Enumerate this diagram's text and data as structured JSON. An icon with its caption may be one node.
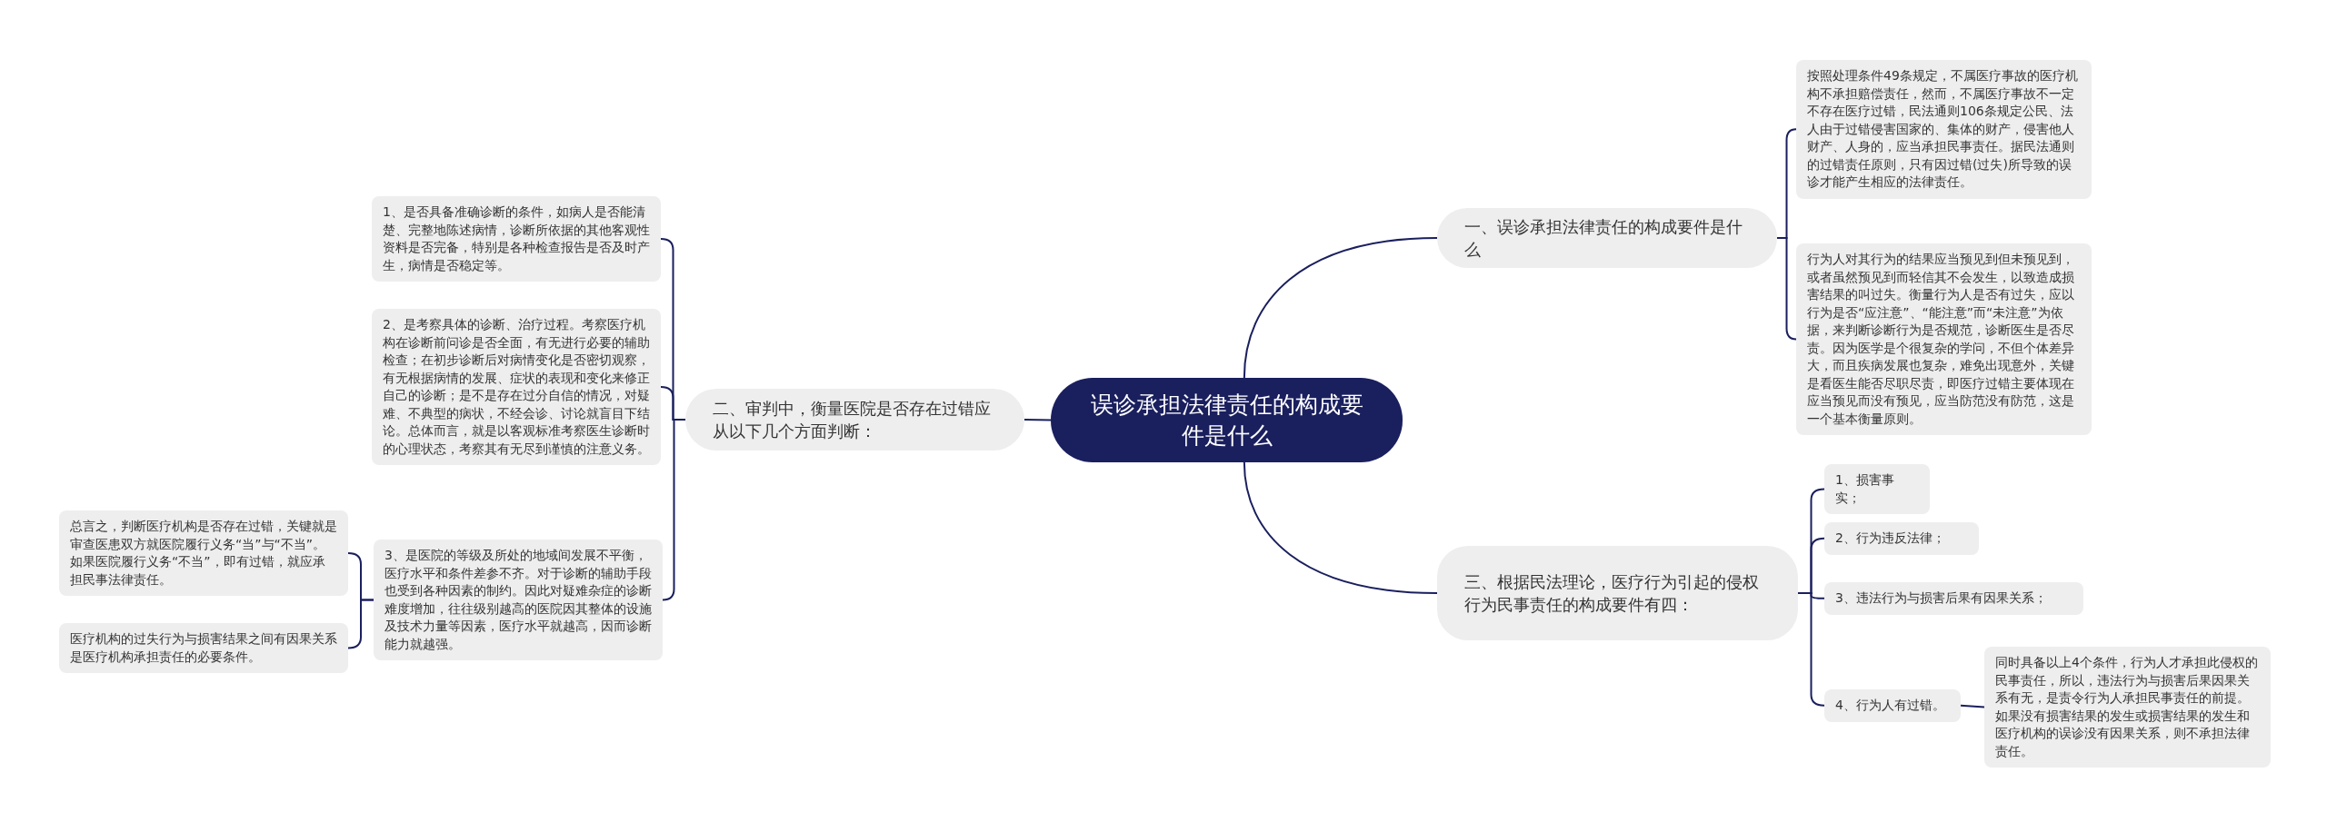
{
  "diagram": {
    "nodes": [
      {
        "text": [
          "误诊承担法律责任的构成要件是什么"
        ]
      },
      {
        "text": [
          "一、误诊承担法律责任的构成要件是什么"
        ]
      },
      {
        "text": [
          "按照处理条件49条规定，不属医疗事故的医疗机构不承担赔偿责任，然而，不属医疗事故不一定不存在医疗过错，民法通则106条规定公民、法人由于过错侵害国家的、集体的财产，侵害他人财产、人身的，应当承担民事责任。据民法通则的过错责任原则，只有因过错(过失)所导致的误诊才能产生相应的法律责任。"
        ]
      },
      {
        "text": [
          "行为人对其行为的结果应当预见到但未预见到，或者虽然预见到而轻信其不会发生，以致造成损害结果的叫过失。衡量行为人是否有过失，应以行为是否“应注意”、“能注意”而“未注意”为依据，来判断诊断行为是否规范，诊断医生是否尽责。因为医学是个很复杂的学问，不但个体差异大，而且疾病发展也复杂，难免出现意外，关键是看医生能否尽职尽责，即医疗过错主要体现在应当预见而没有预见，应当防范没有防范，这是一个基本衡量原则。"
        ]
      },
      {
        "text": [
          "二、审判中，衡量医院是否存在过错应从以下几个方面判断："
        ]
      },
      {
        "text": [
          "1、是否具备准确诊断的条件，如病人是否能清楚、完整地陈述病情，诊断所依据的其他客观性资料是否完备，特别是各种检查报告是否及时产生，病情是否稳定等。"
        ]
      },
      {
        "text": [
          "2、是考察具体的诊断、治疗过程。考察医疗机构在诊断前问诊是否全面，有无进行必要的辅助检查；在初步诊断后对病情变化是否密切观察，有无根据病情的发展、症状的表现和变化来修正自己的诊断；是不是存在过分自信的情况，对疑难、不典型的病状，不经会诊、讨论就盲目下结论。总体而言，就是以客观标准考察医生诊断时的心理状态，考察其有无尽到谨慎的注意义务。"
        ]
      },
      {
        "text": [
          "3、是医院的等级及所处的地域间发展不平衡，医疗水平和条件差参不齐。对于诊断的辅助手段也受到各种因素的制约。因此对疑难杂症的诊断难度增加，往往级别越高的医院因其整体的设施及技术力量等因素，医疗水平就越高，因而诊断能力就越强。"
        ]
      },
      {
        "text": [
          "总言之，判断医疗机构是否存在过错，关键就是审查医患双方就医院履行义务“当”与“不当”。如果医院履行义务“不当”，即有过错，就应承担民事法律责任。"
        ]
      },
      {
        "text": [
          "医疗机构的过失行为与损害结果之间有因果关系是医疗机构承担责任的必要条件。"
        ]
      },
      {
        "text": [
          "三、根据民法理论，医疗行为引起的侵权行为民事责任的构成要件有四："
        ]
      },
      {
        "text": [
          "1、损害事实；"
        ]
      },
      {
        "text": [
          "2、行为违反法律；"
        ]
      },
      {
        "text": [
          "3、违法行为与损害后果有因果关系；"
        ]
      },
      {
        "text": [
          "4、行为人有过错。"
        ]
      },
      {
        "text": [
          "同时具备以上4个条件，行为人才承担此侵权的民事责任，所以，违法行为与损害后果因果关系有无，是责令行为人承担民事责任的前提。如果没有损害结果的发生或损害结果的发生和医疗机构的误诊没有因果关系，则不承担法律责任。"
        ]
      }
    ],
    "edges": [
      {
        "from": 0,
        "to": 1,
        "arrow": "none"
      },
      {
        "from": 1,
        "to": 2,
        "arrow": "none"
      },
      {
        "from": 1,
        "to": 3,
        "arrow": "none"
      },
      {
        "from": 0,
        "to": 4,
        "arrow": "none"
      },
      {
        "from": 4,
        "to": 5,
        "arrow": "none"
      },
      {
        "from": 4,
        "to": 6,
        "arrow": "none"
      },
      {
        "from": 4,
        "to": 7,
        "arrow": "none"
      },
      {
        "from": 7,
        "to": 8,
        "arrow": "none"
      },
      {
        "from": 7,
        "to": 9,
        "arrow": "none"
      },
      {
        "from": 0,
        "to": 10,
        "arrow": "none"
      },
      {
        "from": 10,
        "to": 11,
        "arrow": "none"
      },
      {
        "from": 10,
        "to": 12,
        "arrow": "none"
      },
      {
        "from": 10,
        "to": 13,
        "arrow": "none"
      },
      {
        "from": 10,
        "to": 14,
        "arrow": "none"
      },
      {
        "from": 14,
        "to": 15,
        "arrow": "none"
      }
    ]
  }
}
